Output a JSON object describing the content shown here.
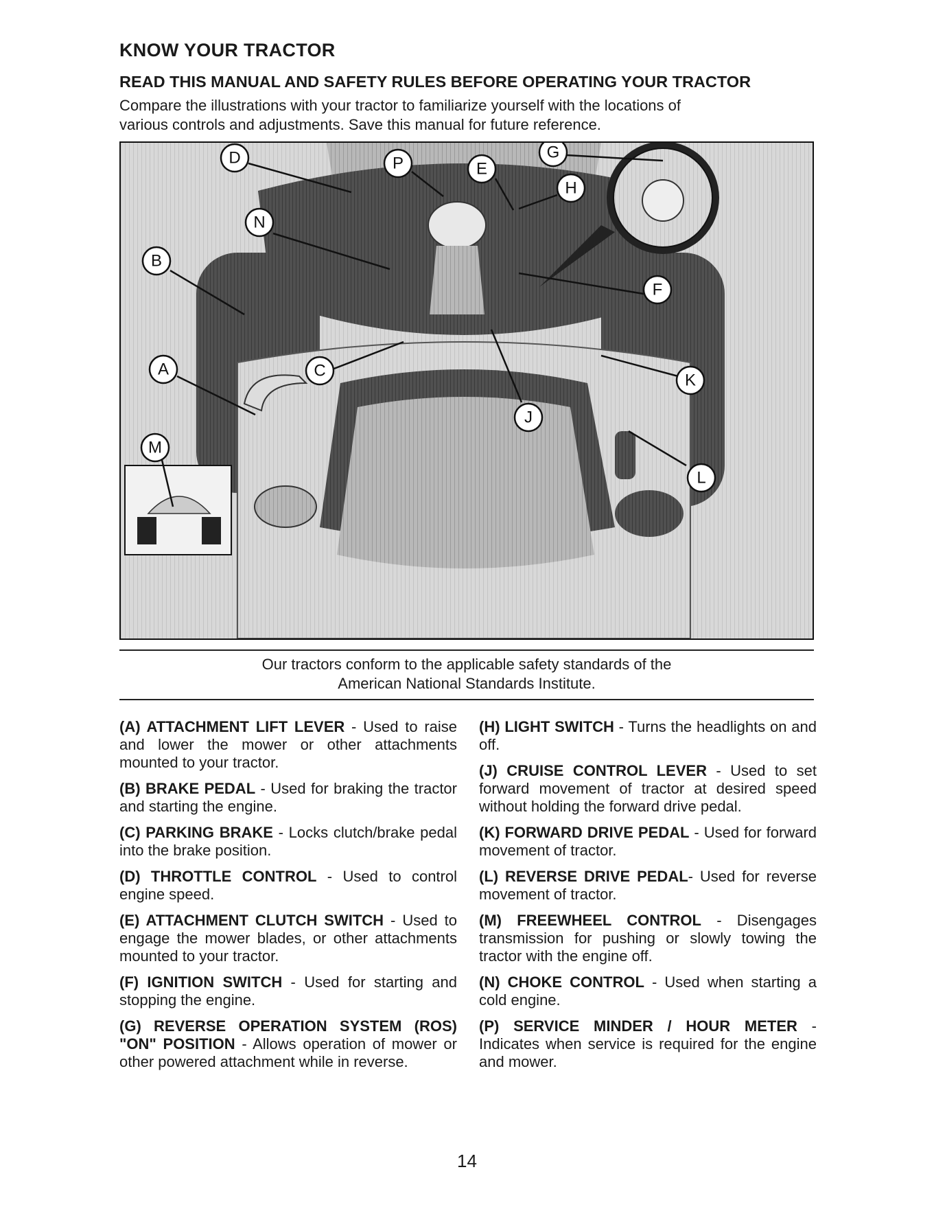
{
  "header": {
    "title": "KNOW YOUR TRACTOR",
    "subtitle": "READ THIS MANUAL AND SAFETY RULES BEFORE OPERATING YOUR TRACTOR",
    "intro_line1": "Compare the illustrations with your tractor to familiarize yourself with the locations of",
    "intro_line2": "various controls and adjustments.  Save this manual for future reference."
  },
  "figure": {
    "callouts": [
      "D",
      "P",
      "E",
      "G",
      "H",
      "N",
      "B",
      "F",
      "A",
      "C",
      "K",
      "J",
      "M",
      "L"
    ]
  },
  "caption": {
    "line1": "Our tractors conform to the applicable safety standards of the",
    "line2": "American National Standards Institute."
  },
  "descriptions": {
    "left": [
      {
        "head": "(A) ATTACHMENT LIFT LEVER",
        "text": " - Used to raise and lower the mower or other attachments mounted to your tractor."
      },
      {
        "head": "(B) BRAKE PEDAL",
        "text": " - Used for braking the tractor and starting the engine."
      },
      {
        "head": "(C) PARKING BRAKE",
        "text": " - Locks clutch/brake pedal into the brake position."
      },
      {
        "head": "(D) THROTTLE CONTROL",
        "text": " - Used to control engine speed."
      },
      {
        "head": "(E) ATTACHMENT CLUTCH SWITCH",
        "text": " - Used to engage the mower blades, or other attachments mounted to your tractor."
      },
      {
        "head": "(F) IGNITION SWITCH",
        "text": " - Used for starting and stopping the engine."
      },
      {
        "head": "(G) REVERSE OPERATION SYSTEM (ROS) \"ON\" POSITION",
        "text": " - Allows operation of mower or other powered attachment while in reverse."
      }
    ],
    "right": [
      {
        "head": "(H) LIGHT SWITCH",
        "text": " - Turns the headlights on and off."
      },
      {
        "head": "(J) CRUISE CONTROL LEVER",
        "text": " - Used to set forward movement of tractor at desired speed without holding the forward drive pedal."
      },
      {
        "head": "(K) FORWARD DRIVE PEDAL",
        "text": " - Used for forward movement of tractor."
      },
      {
        "head": "(L) REVERSE DRIVE PEDAL",
        "text": "- Used for reverse movement of tractor."
      },
      {
        "head": "(M) FREEWHEEL CONTROL",
        "text": " - Disengages transmission for pushing or slowly towing the tractor with the engine off."
      },
      {
        "head": "(N) CHOKE CONTROL",
        "text": " - Used when starting a cold engine."
      },
      {
        "head": "(P) SERVICE MINDER / HOUR METER",
        "text": " - Indicates when service is required for the engine and mower."
      }
    ]
  },
  "footer": {
    "page_number": "14"
  }
}
